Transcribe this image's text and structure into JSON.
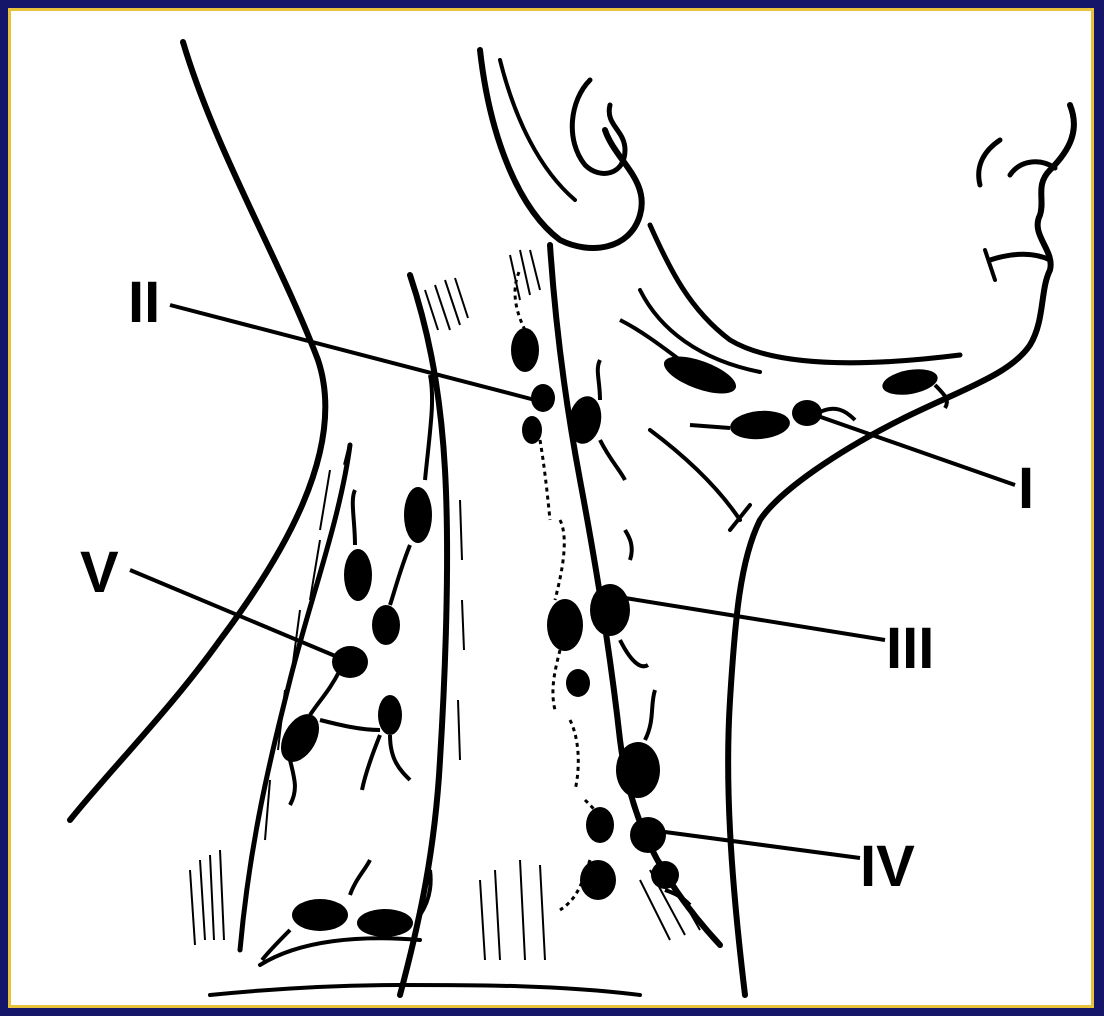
{
  "diagram": {
    "labels": {
      "level_1": "I",
      "level_2": "II",
      "level_3": "III",
      "level_4": "IV",
      "level_5": "V"
    }
  },
  "colors": {
    "background": "#15156a",
    "border": "#e8c23a",
    "canvas": "#ffffff",
    "ink": "#000000"
  }
}
